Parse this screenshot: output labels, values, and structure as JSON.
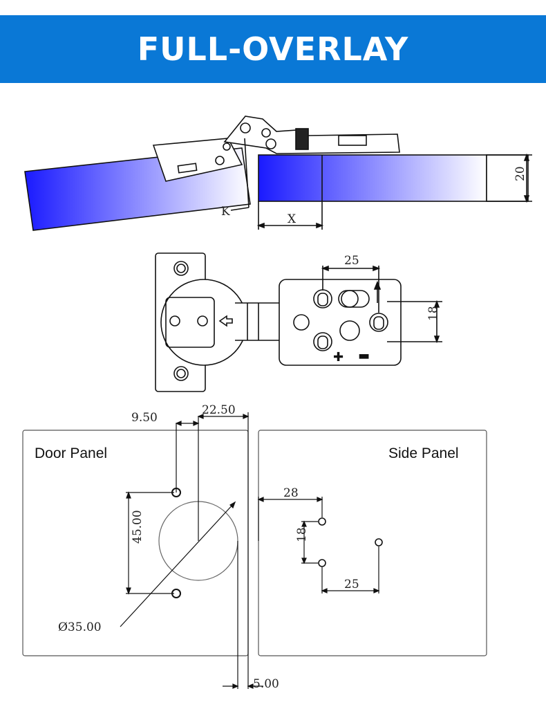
{
  "title": "FULL-OVERLAY",
  "side_view": {
    "label_k": "K",
    "label_x": "X",
    "dim_thickness": "20"
  },
  "top_view": {
    "dim_spacing": "25",
    "dim_height": "18"
  },
  "drilling": {
    "door_panel_label": "Door Panel",
    "side_panel_label": "Side Panel",
    "dim_950": "9.50",
    "dim_2250": "22.50",
    "dim_4500": "45.00",
    "dim_cup": "Ø35.00",
    "dim_500": "5.00",
    "dim_28": "28",
    "dim_18": "18",
    "dim_25": "25"
  },
  "colors": {
    "banner": "#0a78d6",
    "panel_blue": "#1a1aff"
  }
}
